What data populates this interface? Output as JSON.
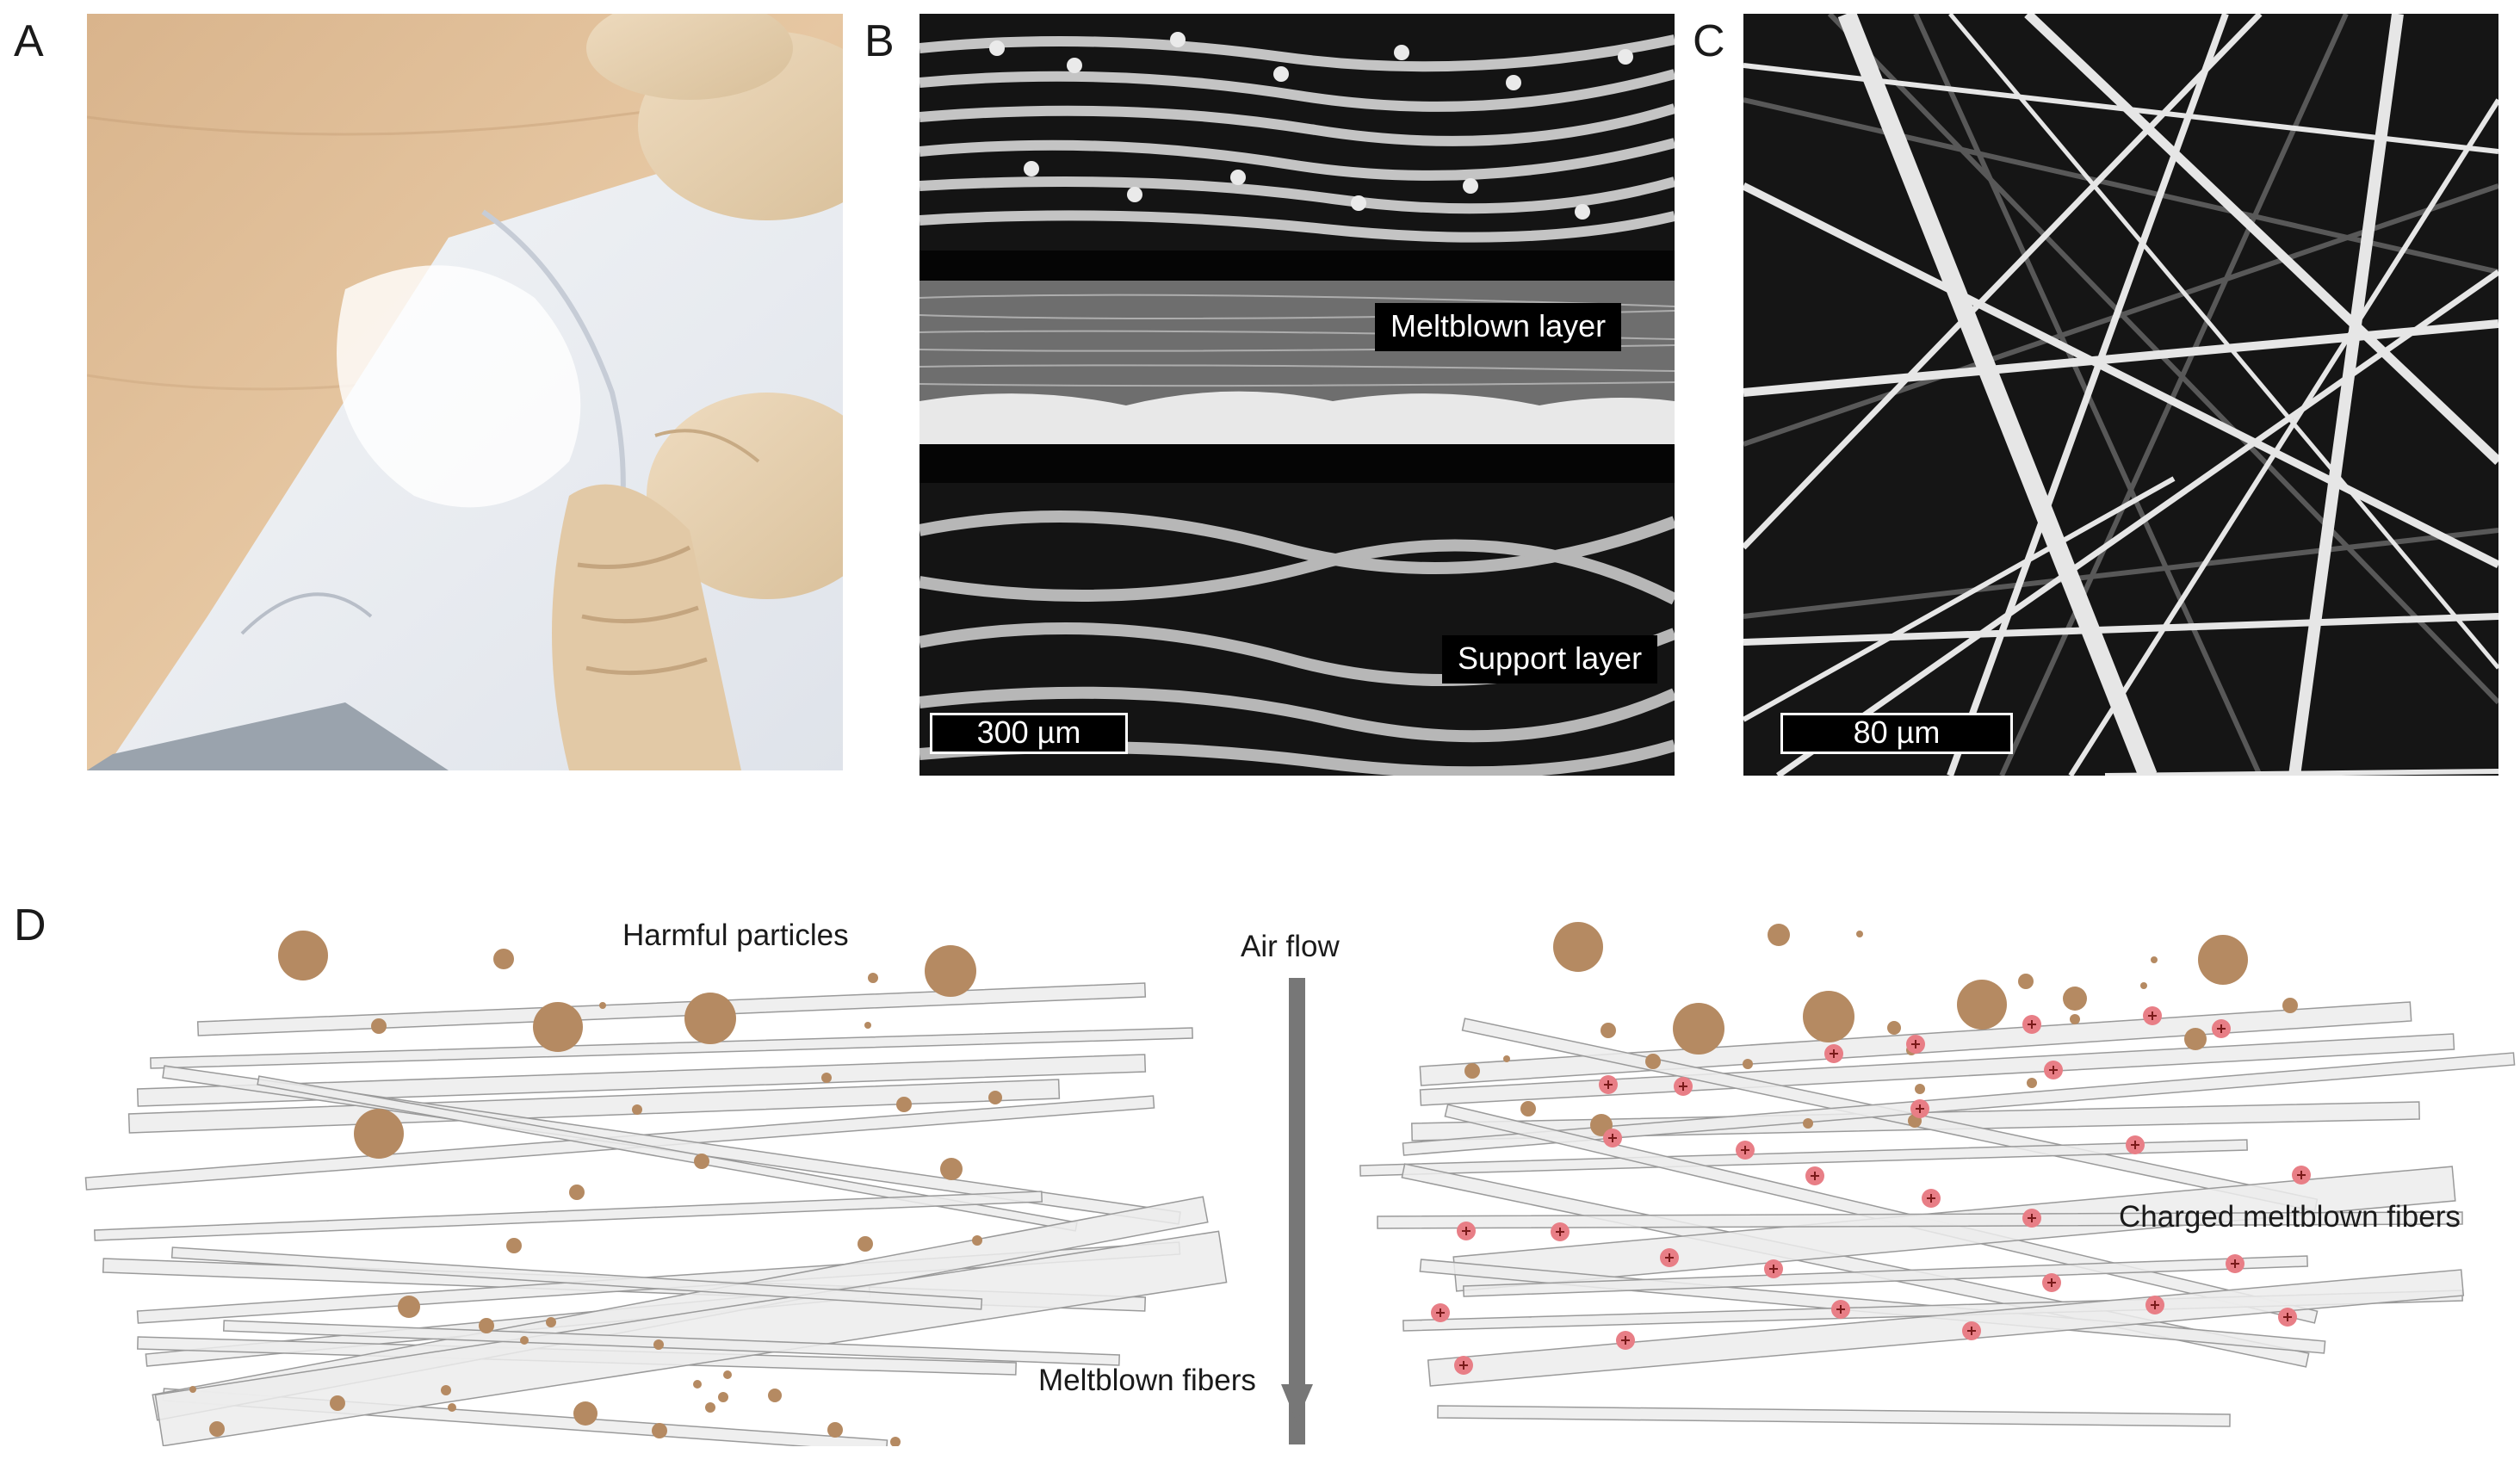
{
  "panels": {
    "a": {
      "letter": "A"
    },
    "b": {
      "letter": "B",
      "label_meltblown": "Meltblown layer",
      "label_support": "Support layer",
      "scale": "300 µm"
    },
    "c": {
      "letter": "C",
      "scale": "80 µm"
    },
    "d": {
      "letter": "D",
      "label_particles": "Harmful particles",
      "label_airflow": "Air flow",
      "label_meltblown_fibers": "Meltblown fibers",
      "label_charged": "Charged meltblown fibers"
    }
  },
  "colors": {
    "particle": "#b58a62",
    "fiber_fill": "#ececec",
    "fiber_stroke": "#9a9a9a",
    "charge_fill": "#e87e86",
    "arrow": "#777777"
  }
}
